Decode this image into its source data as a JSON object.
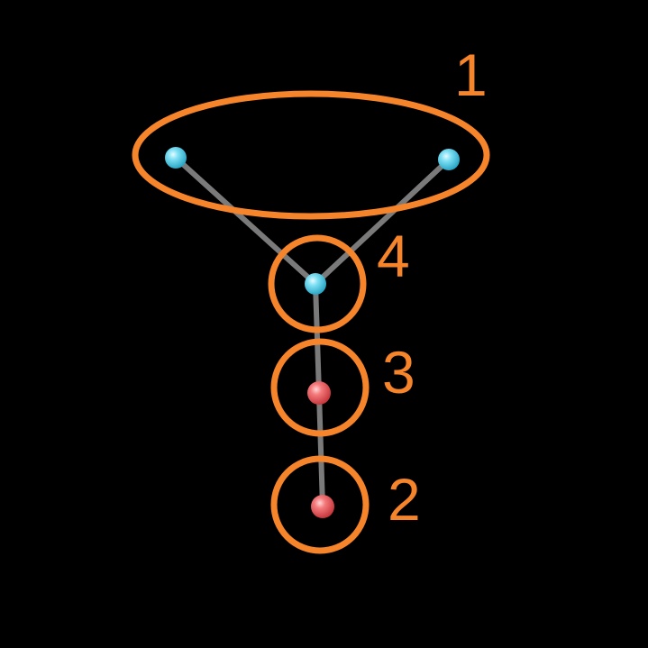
{
  "colors": {
    "background": "#000000",
    "annotation": "#F5842B",
    "bond": "#7a7a7a",
    "atom_cyan": "#5fd3ec",
    "atom_red": "#f0555a"
  },
  "labels": {
    "group_1": "1",
    "group_2": "2",
    "group_3": "3",
    "group_4": "4"
  }
}
